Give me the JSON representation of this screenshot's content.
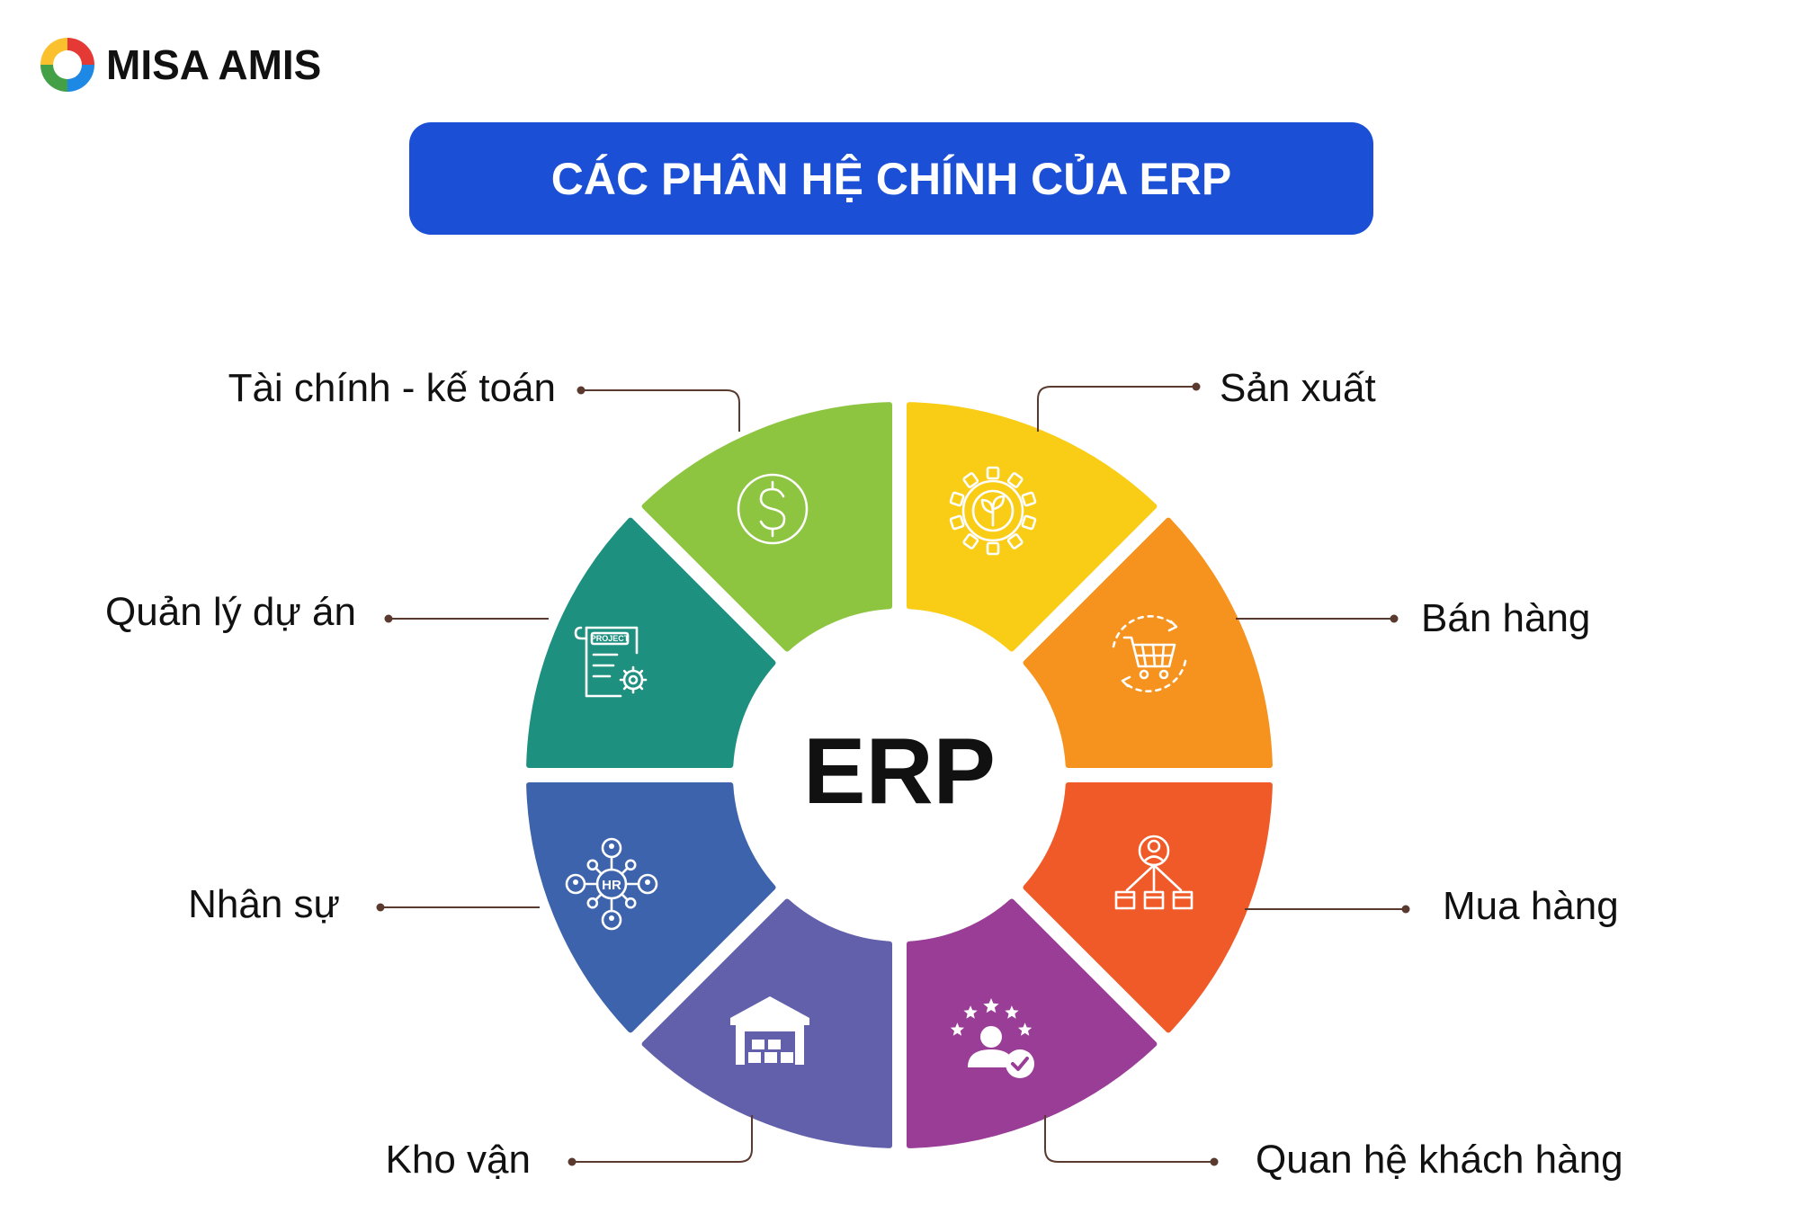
{
  "brand": {
    "name": "MISA AMIS",
    "logo_icon": "misa-amis-logo-icon",
    "colors": [
      "#e53935",
      "#1e88e5",
      "#43a047",
      "#fbc02d"
    ]
  },
  "title": {
    "text": "CÁC PHÂN HỆ CHÍNH CỦA ERP",
    "background_color": "#1a4fd6"
  },
  "center": {
    "label": "ERP"
  },
  "modules": [
    {
      "id": "finance",
      "label": "Tài chính - kế toán",
      "icon": "dollar-coin-icon",
      "color": "#8dc540"
    },
    {
      "id": "production",
      "label": "Sản xuất",
      "icon": "gear-plant-icon",
      "color": "#f9cc16"
    },
    {
      "id": "project",
      "label": "Quản lý dự án",
      "icon": "project-document-icon",
      "icon_text": "PROJECT",
      "color": "#1e9080"
    },
    {
      "id": "sales",
      "label": "Bán hàng",
      "icon": "shopping-cart-icon",
      "color": "#f6921e"
    },
    {
      "id": "hr",
      "label": "Nhân sự",
      "icon": "hr-network-icon",
      "icon_text": "HR",
      "color": "#3d63ad"
    },
    {
      "id": "purchasing",
      "label": "Mua hàng",
      "icon": "supplier-boxes-icon",
      "color": "#f05a28"
    },
    {
      "id": "warehouse",
      "label": "Kho vận",
      "icon": "warehouse-icon",
      "color": "#6260ab"
    },
    {
      "id": "crm",
      "label": "Quan hệ khách hàng",
      "icon": "customer-rating-icon",
      "color": "#9a3d96"
    }
  ]
}
